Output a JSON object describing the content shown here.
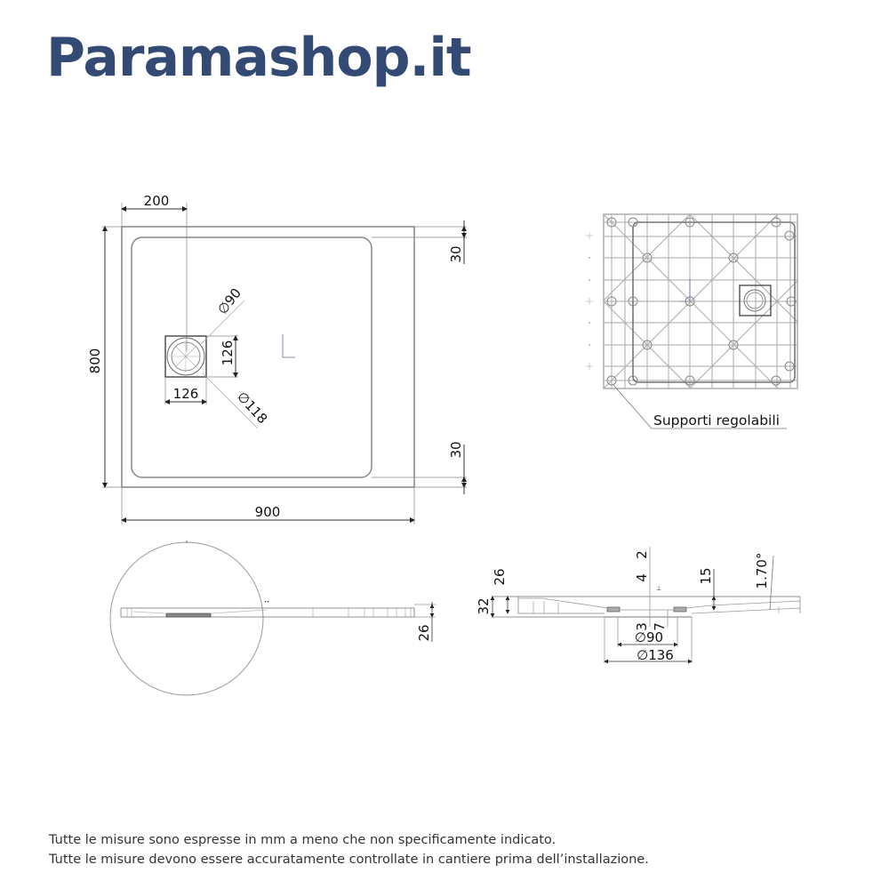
{
  "header": {
    "brand": "Paramashop.it",
    "brand_color": "#324a74"
  },
  "top_view": {
    "dim_width": "900",
    "dim_height": "800",
    "dim_drain_offset": "200",
    "dim_border_top": "30",
    "dim_border_bottom": "30",
    "dim_drain_box_width": "126",
    "dim_drain_box_height": "126",
    "dim_drain_inner_diameter": "∅90",
    "dim_drain_outer_diameter": "∅118"
  },
  "bottom_view": {
    "callout_label": "Supporti regolabili"
  },
  "side_view": {
    "dim_thickness": "26"
  },
  "section_view": {
    "dim_total_height": "32",
    "dim_edge_height": "26",
    "dim_top_2": "2",
    "dim_top_4": "4",
    "dim_15": "15",
    "dim_slope": "1.70°",
    "dim_3": "3",
    "dim_7": "7",
    "dim_drain_90": "∅90",
    "dim_drain_136": "∅136"
  },
  "footer": {
    "note_1": "Tutte le misure sono espresse in mm a meno che non specificamente indicato.",
    "note_2": "Tutte le misure devono essere accuratamente controllate in cantiere prima dell’installazione."
  }
}
